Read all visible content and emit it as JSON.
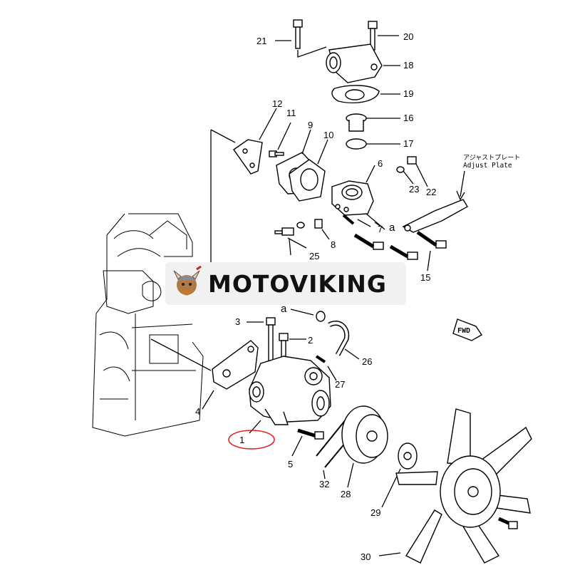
{
  "banner": {
    "brand": "MOTOVIKING"
  },
  "labels": {
    "adjust_plate_jp": "アジャストプレート",
    "adjust_plate_en": "Adjust Plate",
    "fwd": "FWD",
    "marker_a": "a"
  },
  "parts": [
    {
      "id": "1",
      "label": "1"
    },
    {
      "id": "2",
      "label": "2"
    },
    {
      "id": "3",
      "label": "3"
    },
    {
      "id": "4",
      "label": "4"
    },
    {
      "id": "5",
      "label": "5"
    },
    {
      "id": "6",
      "label": "6"
    },
    {
      "id": "7",
      "label": "7"
    },
    {
      "id": "8",
      "label": "8"
    },
    {
      "id": "9",
      "label": "9"
    },
    {
      "id": "10",
      "label": "10"
    },
    {
      "id": "11",
      "label": "11"
    },
    {
      "id": "12",
      "label": "12"
    },
    {
      "id": "15",
      "label": "15"
    },
    {
      "id": "16",
      "label": "16"
    },
    {
      "id": "17",
      "label": "17"
    },
    {
      "id": "18",
      "label": "18"
    },
    {
      "id": "19",
      "label": "19"
    },
    {
      "id": "20",
      "label": "20"
    },
    {
      "id": "21",
      "label": "21"
    },
    {
      "id": "22",
      "label": "22"
    },
    {
      "id": "23",
      "label": "23"
    },
    {
      "id": "25",
      "label": "25"
    },
    {
      "id": "26",
      "label": "26"
    },
    {
      "id": "27",
      "label": "27"
    },
    {
      "id": "28",
      "label": "28"
    },
    {
      "id": "29",
      "label": "29"
    },
    {
      "id": "30",
      "label": "30"
    },
    {
      "id": "32",
      "label": "32"
    }
  ],
  "highlight": {
    "part": "1",
    "color": "#e02020"
  }
}
